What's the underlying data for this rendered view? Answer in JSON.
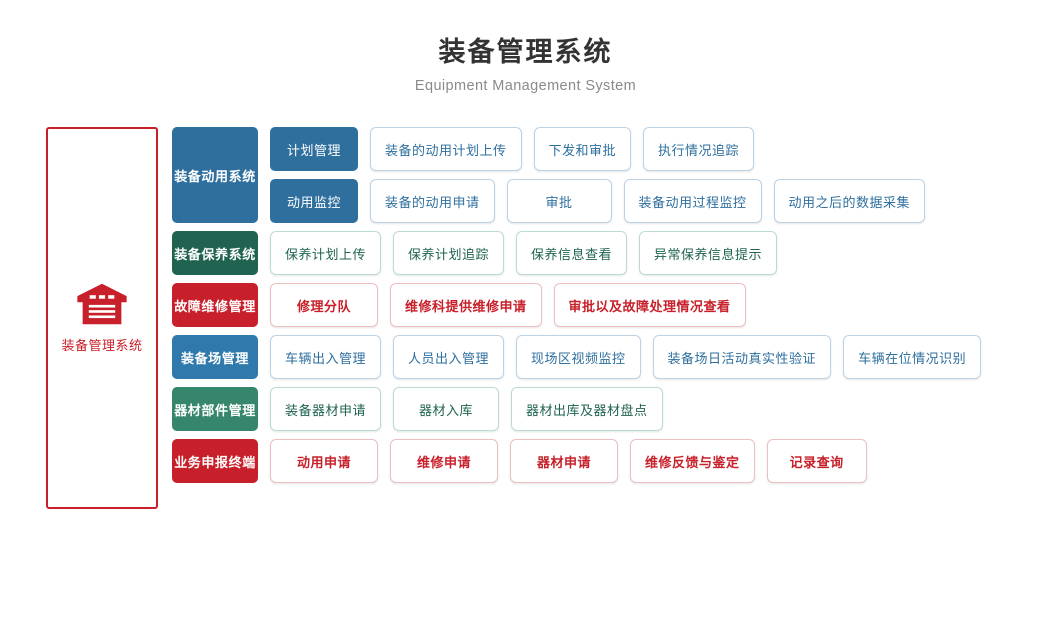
{
  "header": {
    "title": "装备管理系统",
    "subtitle": "Equipment Management System"
  },
  "brand": {
    "icon": "warehouse-icon",
    "label": "装备管理系统",
    "border_color": "#c8202a",
    "text_color": "#c8202a"
  },
  "palette": {
    "blue_dark": "#2e6f9e",
    "blue": "#3079ac",
    "green_dark": "#1f6350",
    "green": "#35866c",
    "red": "#c8202a",
    "title_color": "#333333",
    "subtitle_color": "#8a8a8a"
  },
  "rows": [
    {
      "category": "装备动用系统",
      "theme": "blue_dark",
      "subgroups": [
        {
          "sub": "计划管理",
          "leaves": [
            "装备的动用计划上传",
            "下发和审批",
            "执行情况追踪"
          ]
        },
        {
          "sub": "动用监控",
          "leaves": [
            "装备的动用申请",
            "审批",
            "装备动用过程监控",
            "动用之后的数据采集"
          ]
        }
      ]
    },
    {
      "category": "装备保养系统",
      "theme": "green_dark",
      "leaves": [
        "保养计划上传",
        "保养计划追踪",
        "保养信息查看",
        "异常保养信息提示"
      ]
    },
    {
      "category": "故障维修管理",
      "theme": "red",
      "leaves": [
        "修理分队",
        "维修科提供维修申请",
        "审批以及故障处理情况查看"
      ]
    },
    {
      "category": "装备场管理",
      "theme": "blue",
      "leaves": [
        "车辆出入管理",
        "人员出入管理",
        "现场区视频监控",
        "装备场日活动真实性验证",
        "车辆在位情况识别"
      ]
    },
    {
      "category": "器材部件管理",
      "theme": "green",
      "leaves": [
        "装备器材申请",
        "器材入库",
        "器材出库及器材盘点"
      ]
    },
    {
      "category": "业务申报终端",
      "theme": "red",
      "leaves": [
        "动用申请",
        "维修申请",
        "器材申请",
        "维修反馈与鉴定",
        "记录查询"
      ]
    }
  ]
}
